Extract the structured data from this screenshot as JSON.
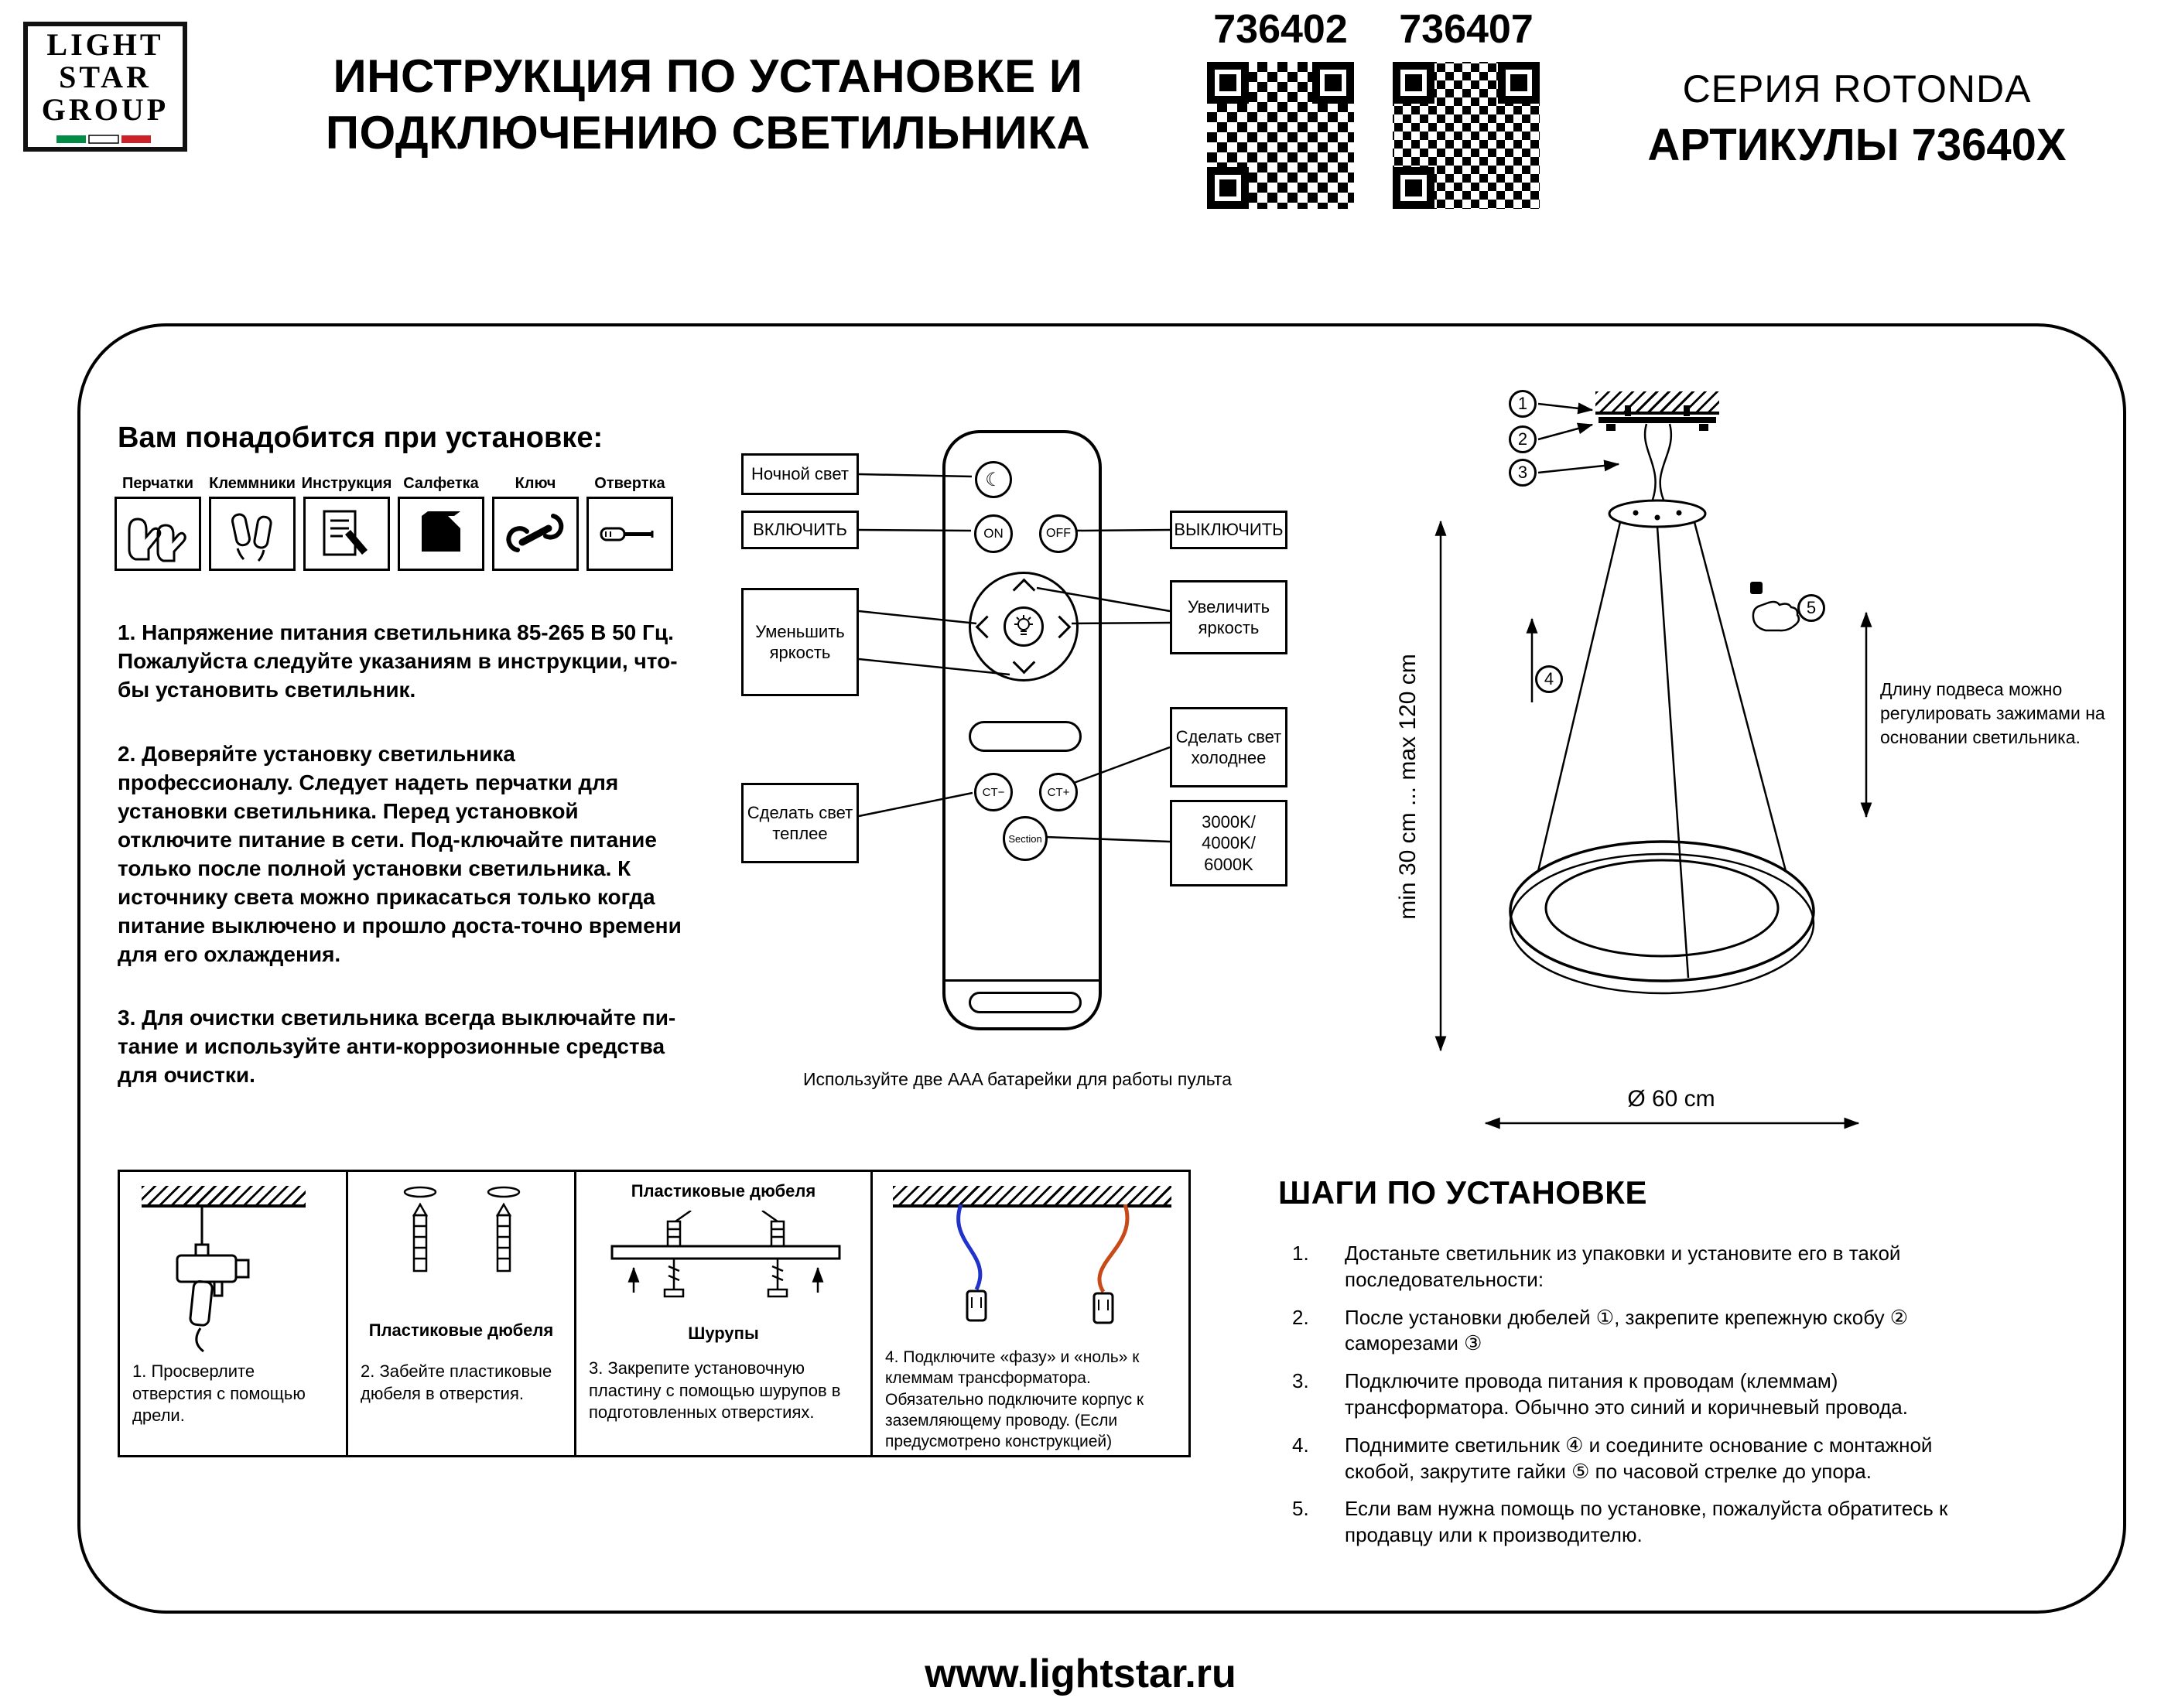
{
  "header": {
    "logo": {
      "line1": "LIGHT",
      "line2": "STAR",
      "line3": "GROUP"
    },
    "title_line1": "ИНСТРУКЦИЯ ПО УСТАНОВКЕ И",
    "title_line2": "ПОДКЛЮЧЕНИЮ СВЕТИЛЬНИКА",
    "qr": [
      {
        "number": "736402"
      },
      {
        "number": "736407"
      }
    ],
    "series": "СЕРИЯ ROTONDA",
    "articles": "АРТИКУЛЫ 73640X"
  },
  "tools": {
    "heading": "Вам понадобится при установке:",
    "items": [
      {
        "label": "Перчатки",
        "icon": "gloves-icon"
      },
      {
        "label": "Клеммники",
        "icon": "terminal-blocks-icon"
      },
      {
        "label": "Инструкция",
        "icon": "instruction-sheet-icon"
      },
      {
        "label": "Салфетка",
        "icon": "napkin-icon"
      },
      {
        "label": "Ключ",
        "icon": "wrench-icon"
      },
      {
        "label": "Отвертка",
        "icon": "screwdriver-icon"
      }
    ]
  },
  "warnings": {
    "p1": "1. Напряжение питания светильника 85-265 В 50 Гц. Пожалуйста следуйте указаниям в инструкции, что-бы установить светильник.",
    "p2": "2. Доверяйте установку светильника профессионалу. Следует надеть перчатки для установки светильника. Перед установкой отключите питание в сети. Под-ключайте питание только после полной установки светильника. К источнику света можно прикасаться только когда питание выключено и прошло доста-точно времени для его охлаждения.",
    "p3": "3. Для очистки светильника всегда выключайте пи-тание и используйте анти-коррозионные средства для очистки."
  },
  "remote": {
    "night_light": "Ночной свет",
    "turn_on": "ВКЛЮЧИТЬ",
    "decrease": "Уменьшить яркость",
    "warmer": "Сделать свет теплее",
    "turn_off": "ВЫКЛЮЧИТЬ",
    "increase": "Увеличить яркость",
    "cooler": "Сделать свет холоднее",
    "color_temps": "3000K/\n4000K/\n6000K",
    "btn_on": "ON",
    "btn_off": "OFF",
    "btn_ct_minus": "CT−",
    "btn_ct_plus": "CT+",
    "btn_section": "Section",
    "moon_glyph": "☾",
    "battery_note": "Используйте две AAA батарейки для работы пульта"
  },
  "lamp": {
    "callout1": "1",
    "callout2": "2",
    "callout3": "3",
    "callout4": "4",
    "callout5": "5",
    "height_range": "min 30 cm ... max 120 cm",
    "diameter": "Ø 60 cm",
    "adjust_note": "Длину подвеса можно регулировать зажимами на основании светильника."
  },
  "panels": {
    "p1": {
      "caption": "1. Просверлите отверстия с помощью дрели."
    },
    "p2": {
      "label": "Пластиковые дюбеля",
      "caption": "2. Забейте пластиковые дюбеля в отверстия."
    },
    "p3": {
      "label_top": "Пластиковые дюбеля",
      "label_bottom": "Шурупы",
      "caption": "3. Закрепите установочную пластину с помощью шурупов в подготовленных отверстиях."
    },
    "p4": {
      "caption": "4. Подключите «фазу» и «ноль» к клеммам трансформатора. Обязательно подключите корпус к заземляющему проводу. (Если предусмотрено конструкцией)"
    }
  },
  "steps": {
    "heading": "ШАГИ ПО УСТАНОВКЕ",
    "items": [
      {
        "num": "1.",
        "text": "Достаньте светильник из упаковки и установите его в такой последовательности:"
      },
      {
        "num": "2.",
        "text": "После установки дюбелей ①, закрепите крепежную скобу ② саморезами ③"
      },
      {
        "num": "3.",
        "text": "Подключите провода питания к проводам (клеммам) трансформатора. Обычно это синий и коричневый провода."
      },
      {
        "num": "4.",
        "text": "Поднимите светильник ④ и соедините основание с монтажной скобой, закрутите гайки ⑤ по часовой стрелке до упора."
      },
      {
        "num": "5.",
        "text": "Если вам нужна помощь по установке, пожалуйста обратитесь к продавцу или к производителю."
      }
    ]
  },
  "footer": {
    "url": "www.lightstar.ru"
  },
  "colors": {
    "wire_phase": "#c84a18",
    "wire_neutral": "#2233cc",
    "flag_green": "#008C45",
    "flag_red": "#CD212A"
  }
}
